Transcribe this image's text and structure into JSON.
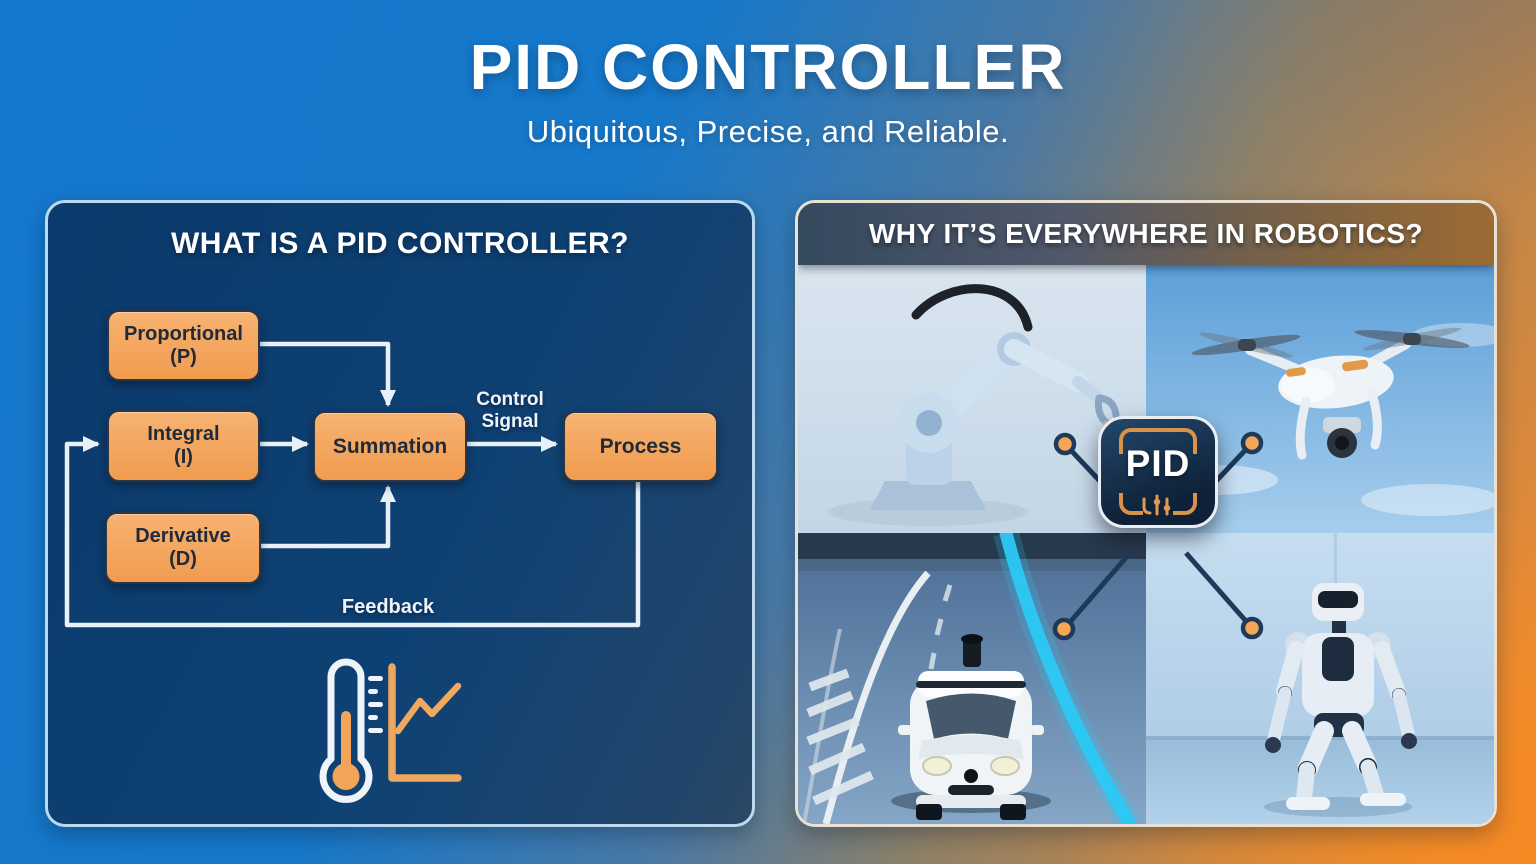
{
  "header": {
    "title": "PID CONTROLLER",
    "subtitle": "Ubiquitous, Precise, and Reliable."
  },
  "left_panel": {
    "title": "WHAT IS A PID CONTROLLER?",
    "blocks": {
      "proportional": {
        "label": "Proportional",
        "sub": "(P)"
      },
      "integral": {
        "label": "Integral",
        "sub": "(I)"
      },
      "derivative": {
        "label": "Derivative",
        "sub": "(D)"
      },
      "summation": {
        "label": "Summation"
      },
      "process": {
        "label": "Process"
      }
    },
    "labels": {
      "control_signal": "Control Signal",
      "feedback": "Feedback"
    },
    "icons": [
      "thermometer-icon",
      "line-chart-icon"
    ]
  },
  "right_panel": {
    "title": "WHY IT’S EVERYWHERE IN ROBOTICS?",
    "badge": "PID",
    "quadrant_icons": [
      "robotic-arm",
      "drone",
      "self-driving-car",
      "humanoid-robot"
    ]
  },
  "colors": {
    "bg_blue": "#1478CD",
    "bg_orange": "#EF8B30",
    "panel_navy": "#1D4A78",
    "block_orange": "#F5A85E",
    "arrow_white": "#EDF3FA",
    "badge_navy": "#132C46",
    "dot_orange": "#F5A556",
    "lane_cyan": "#2BC9F4"
  }
}
